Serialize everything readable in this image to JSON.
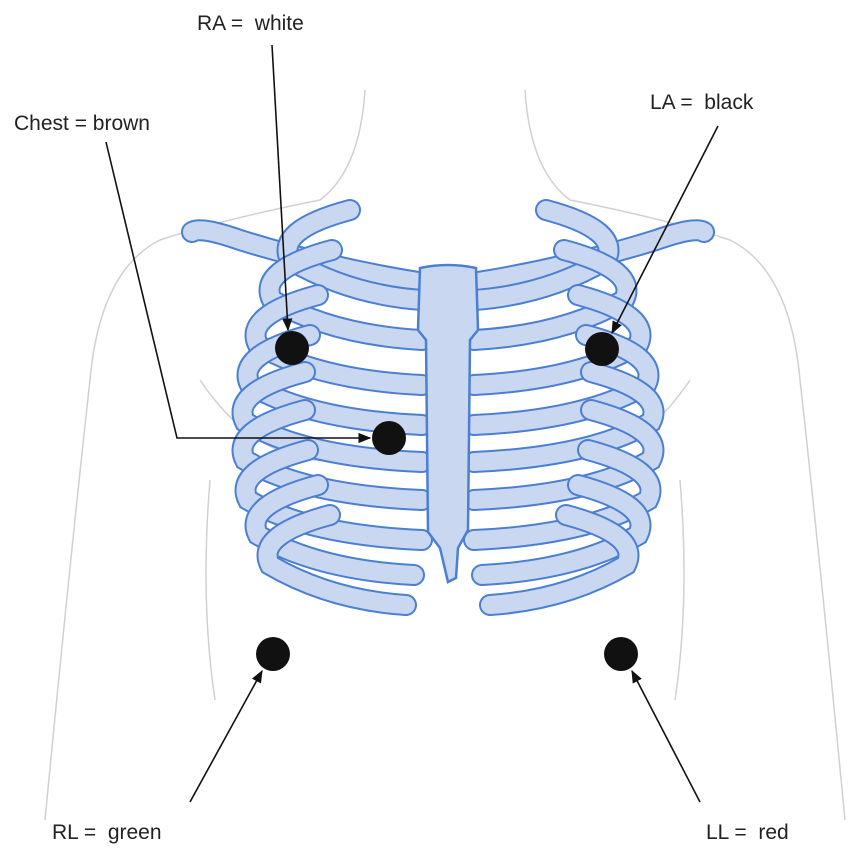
{
  "title": "ECG limb and chest electrode placement",
  "labels": {
    "ra": "RA =  white",
    "chest": "Chest = brown",
    "la": "LA =  black",
    "rl": "RL =  green",
    "ll": "LL =  red"
  },
  "colors": {
    "bone_fill": "#c9d7f1",
    "bone_stroke": "#4a7fd2",
    "body_outline": "#cfcfcf",
    "electrode": "#111111"
  }
}
